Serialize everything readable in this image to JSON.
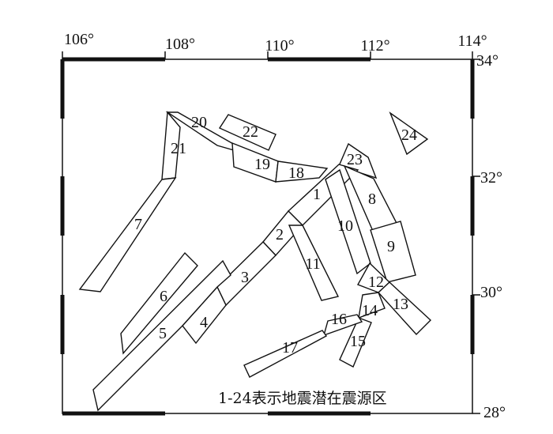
{
  "map": {
    "lon_labels": [
      "106°",
      "108°",
      "110°",
      "112°",
      "114°"
    ],
    "lat_labels": [
      "34°",
      "32°",
      "30°",
      "28°"
    ],
    "note": "1-24表示地震潜在震源区",
    "zones": [
      {
        "id": "1",
        "label": "1"
      },
      {
        "id": "2",
        "label": "2"
      },
      {
        "id": "3",
        "label": "3"
      },
      {
        "id": "4",
        "label": "4"
      },
      {
        "id": "5",
        "label": "5"
      },
      {
        "id": "6",
        "label": "6"
      },
      {
        "id": "7",
        "label": "7"
      },
      {
        "id": "8",
        "label": "8"
      },
      {
        "id": "9",
        "label": "9"
      },
      {
        "id": "10",
        "label": "10"
      },
      {
        "id": "11",
        "label": "11"
      },
      {
        "id": "12",
        "label": "12"
      },
      {
        "id": "13",
        "label": "13"
      },
      {
        "id": "14",
        "label": "14"
      },
      {
        "id": "15",
        "label": "15"
      },
      {
        "id": "16",
        "label": "16"
      },
      {
        "id": "17",
        "label": "17"
      },
      {
        "id": "18",
        "label": "18"
      },
      {
        "id": "19",
        "label": "19"
      },
      {
        "id": "20",
        "label": "20"
      },
      {
        "id": "21",
        "label": "21"
      },
      {
        "id": "22",
        "label": "22"
      },
      {
        "id": "23",
        "label": "23"
      },
      {
        "id": "24",
        "label": "24"
      }
    ]
  }
}
